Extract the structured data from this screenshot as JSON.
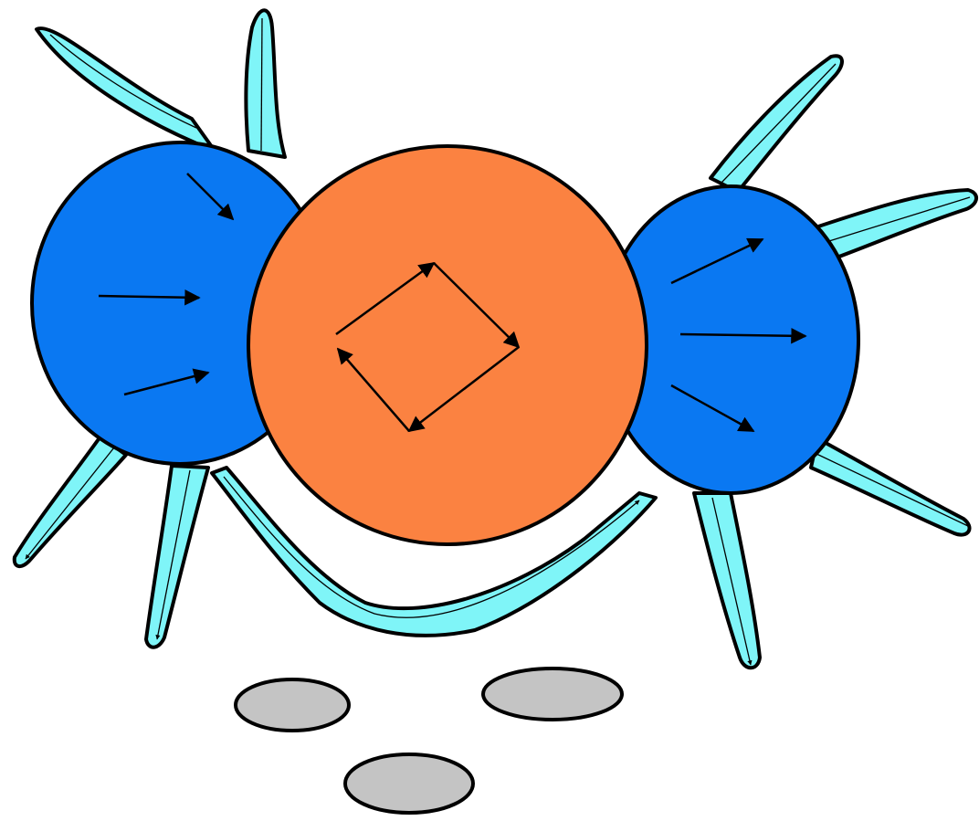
{
  "diagram": {
    "colors": {
      "background": "#ffffff",
      "outline": "#000000",
      "tentacle": "#7ff5f8",
      "blue_sphere": "#0a78f2",
      "orange_sphere": "#fb8241",
      "shadow": "#c4c4c4"
    },
    "parts": [
      "left-blue-sphere",
      "center-orange-sphere",
      "right-blue-sphere",
      "cyan-tentacles",
      "gray-ellipses"
    ]
  }
}
